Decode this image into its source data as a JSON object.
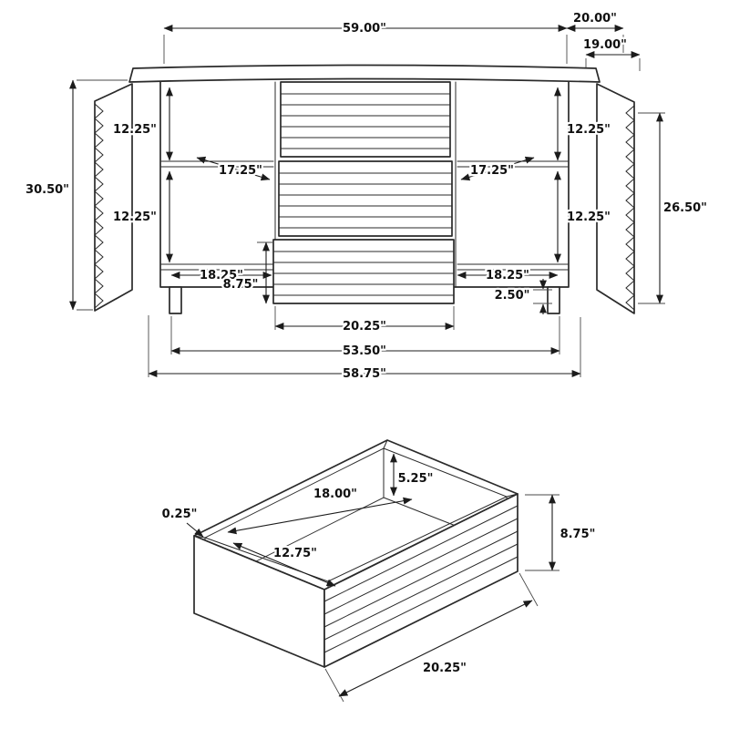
{
  "front_view": {
    "top_width": "59.00\"",
    "top_depth": "20.00\"",
    "top_depth_edge": "19.00\"",
    "overall_height": "30.50\"",
    "side_interior_height": "26.50\"",
    "upper_compartment_left": "12.25\"",
    "upper_compartment_right": "12.25\"",
    "lower_compartment_left": "12.25\"",
    "lower_compartment_right": "12.25\"",
    "shelf_depth_left": "17.25\"",
    "shelf_depth_right": "17.25\"",
    "base_shelf_left": "18.25\"",
    "base_shelf_right": "18.25\"",
    "drawer_front_height": "8.75\"",
    "base_gap": "2.50\"",
    "drawer_opening_width": "20.25\"",
    "interior_width": "53.50\"",
    "overall_base_width": "58.75\""
  },
  "drawer_view": {
    "interior_height": "5.25\"",
    "interior_width": "18.00\"",
    "wall_thickness": "0.25\"",
    "interior_depth": "12.75\"",
    "overall_height": "8.75\"",
    "front_width": "20.25\""
  }
}
